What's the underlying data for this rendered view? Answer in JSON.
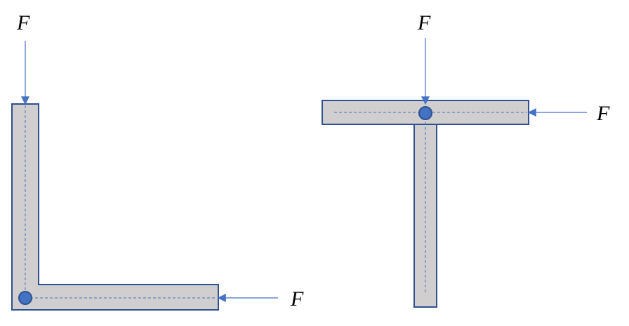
{
  "colors": {
    "member_fill": "#d0cece",
    "member_stroke": "#2f4f8f",
    "centerline": "#4472c4",
    "arrow": "#4472c4",
    "joint_fill": "#4472c4",
    "joint_stroke": "#2f528f",
    "label": "#000000"
  },
  "l_frame": {
    "top_force_label": "F",
    "right_force_label": "F"
  },
  "t_frame": {
    "top_force_label": "F",
    "right_force_label": "F"
  }
}
